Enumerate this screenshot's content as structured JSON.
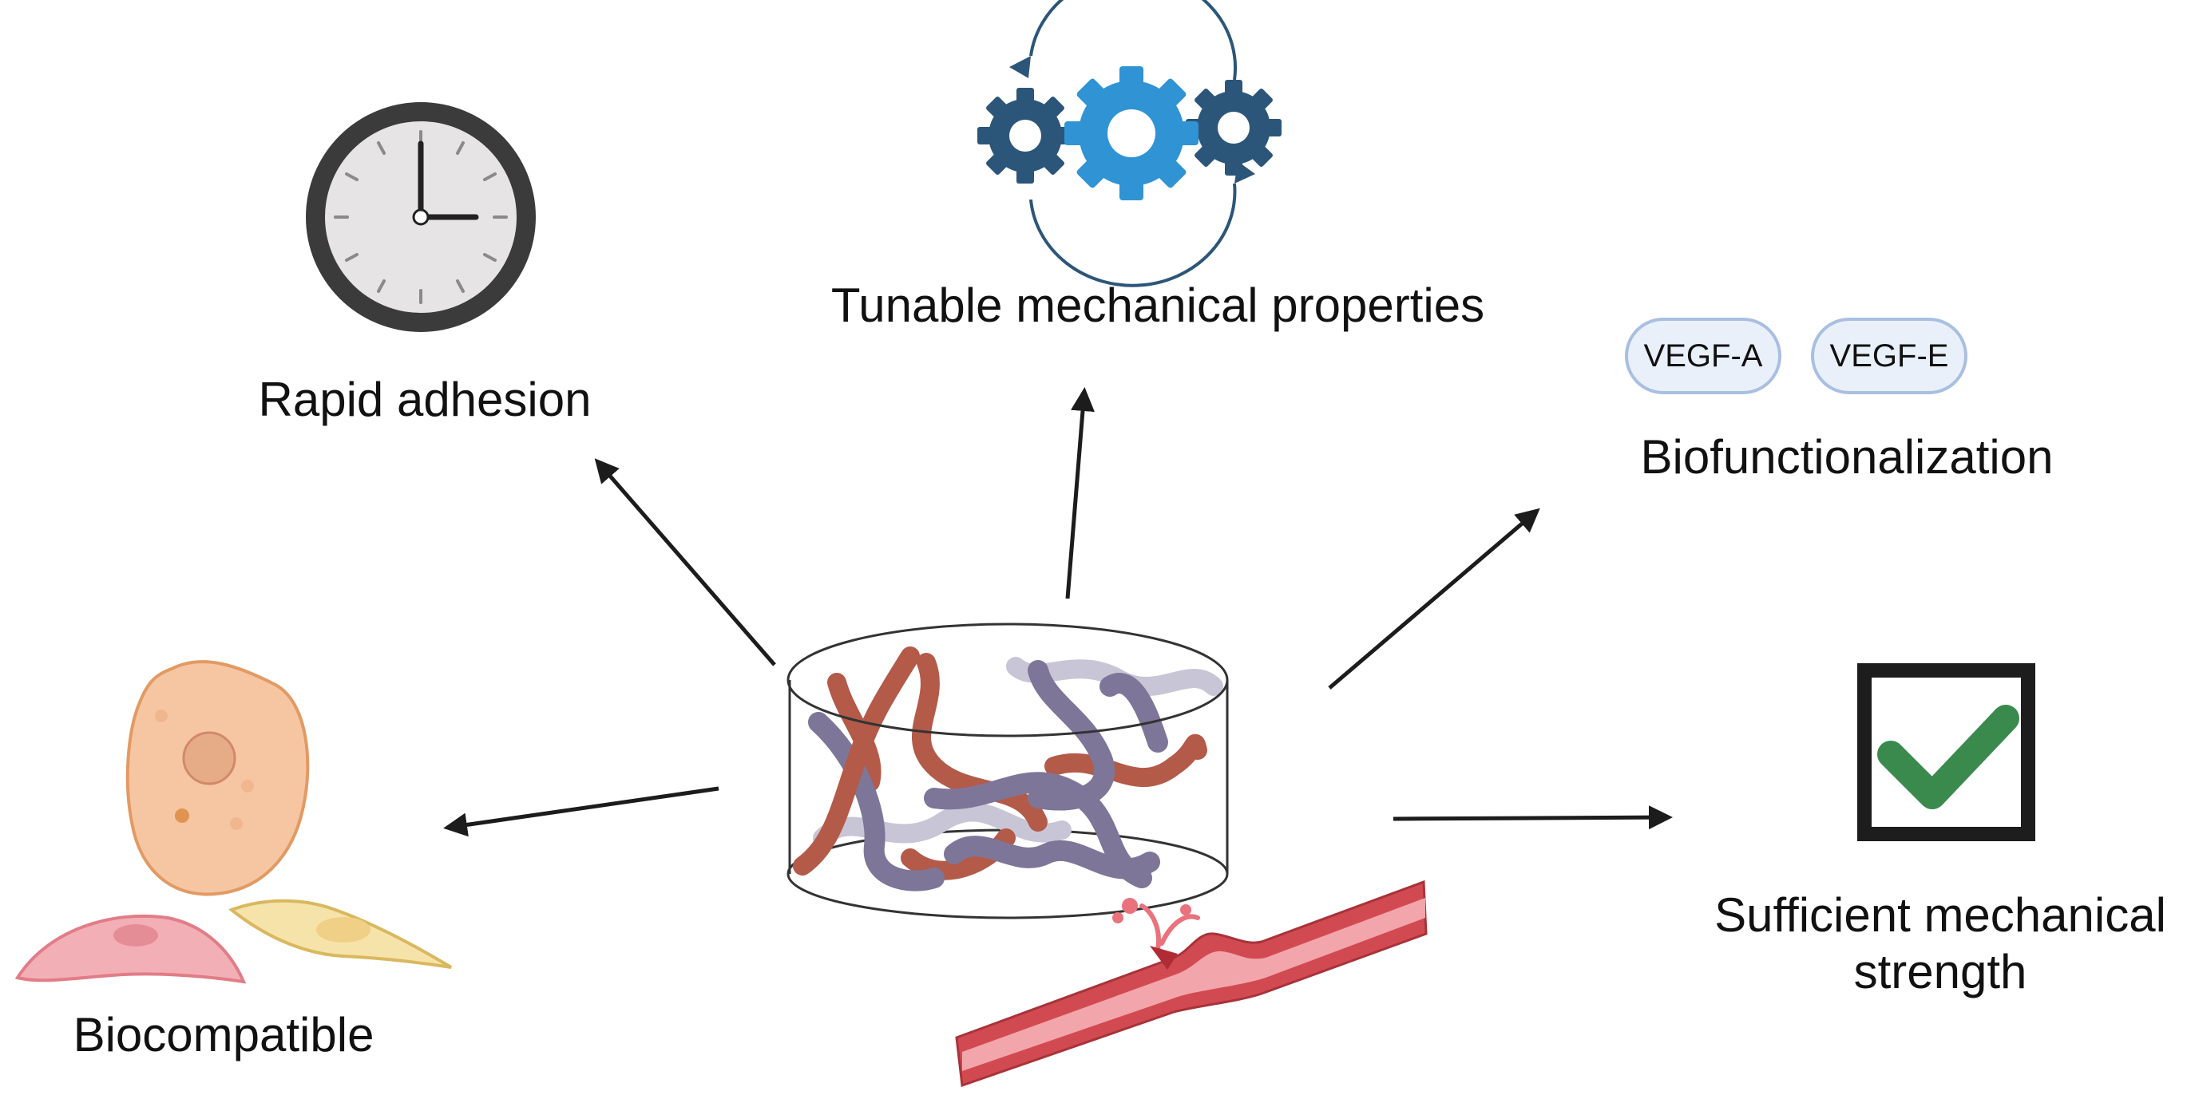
{
  "labels": {
    "rapid_adhesion": "Rapid adhesion",
    "tunable": "Tunable mechanical properties",
    "biofunctionalization": "Biofunctionalization",
    "biocompatible": "Biocompatible",
    "strength_line1": "Sufficient mechanical",
    "strength_line2": "strength"
  },
  "growth_factors": [
    "VEGF-A",
    "VEGF-E"
  ],
  "colors": {
    "arrow": "#1c1c1c",
    "gear_dark": "#2c5679",
    "gear_light": "#2f93d4",
    "checkmark": "#3a8a4e",
    "polymer_purple": "#7e7698",
    "polymer_red": "#b35a49",
    "cell_orange": "#f6c6a3",
    "cell_pink": "#ef9fa6",
    "cell_yellow": "#f6dca0",
    "vessel_red": "#d24a51"
  }
}
